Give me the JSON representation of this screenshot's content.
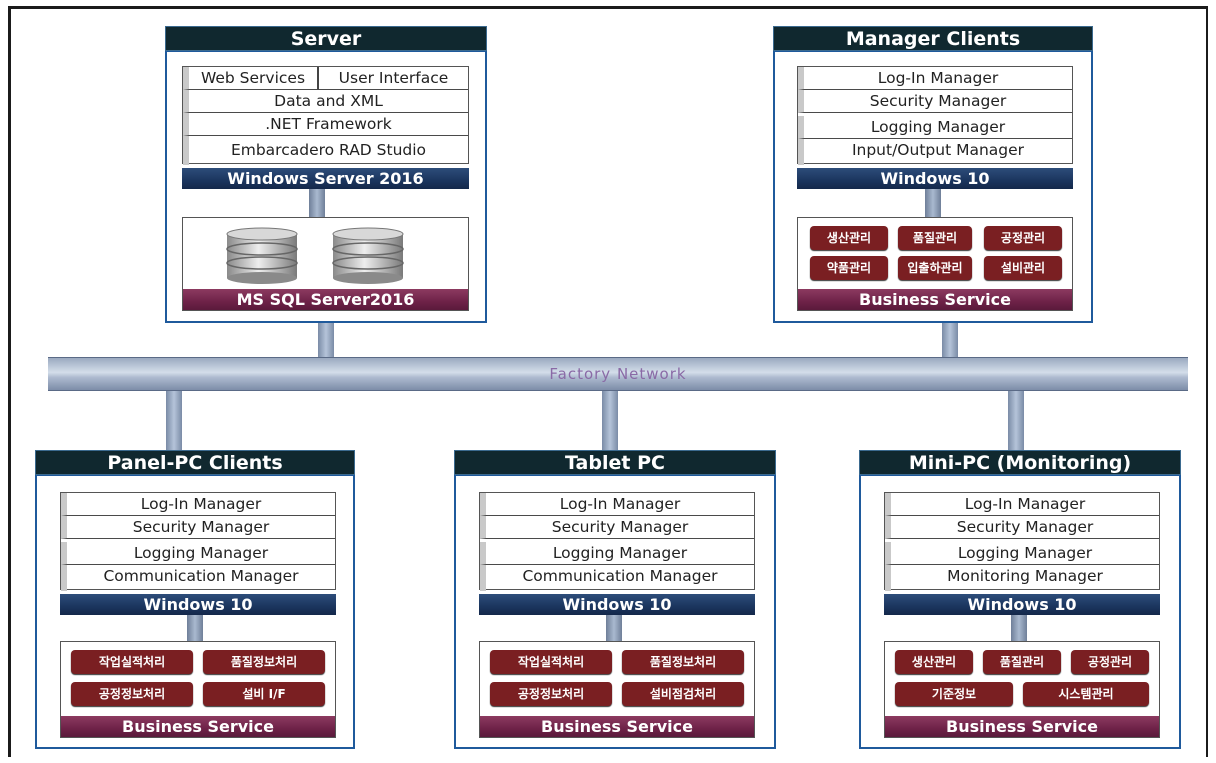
{
  "server": {
    "title": "Server",
    "layers": [
      "Data and XML",
      ".NET Framework",
      "Embarcadero RAD Studio"
    ],
    "top_left": "Web Services",
    "top_right": "User Interface",
    "os": "Windows Server 2016",
    "db_label": "MS SQL Server2016"
  },
  "manager": {
    "title": "Manager Clients",
    "layers": [
      "Log-In Manager",
      "Security Manager",
      "Logging Manager",
      "Input/Output Manager"
    ],
    "os": "Windows 10",
    "services": [
      "생산관리",
      "품질관리",
      "공정관리",
      "약품관리",
      "입출하관리",
      "설비관리"
    ],
    "business": "Business Service"
  },
  "network": {
    "label": "Factory Network"
  },
  "panel": {
    "title": "Panel-PC Clients",
    "layers": [
      "Log-In Manager",
      "Security Manager",
      "Logging Manager",
      "Communication Manager"
    ],
    "os": "Windows 10",
    "services": [
      "작업실적처리",
      "품질정보처리",
      "공정정보처리",
      "설비 I/F"
    ],
    "business": "Business Service"
  },
  "tablet": {
    "title": "Tablet PC",
    "layers": [
      "Log-In Manager",
      "Security Manager",
      "Logging Manager",
      "Communication Manager"
    ],
    "os": "Windows 10",
    "services": [
      "작업실적처리",
      "품질정보처리",
      "공정정보처리",
      "설비점검처리"
    ],
    "business": "Business Service"
  },
  "mini": {
    "title": "Mini-PC (Monitoring)",
    "layers": [
      "Log-In Manager",
      "Security Manager",
      "Logging Manager",
      "Monitoring Manager"
    ],
    "os": "Windows 10",
    "services": [
      "생산관리",
      "품질관리",
      "공정관리",
      "기준정보",
      "시스템관리"
    ],
    "business": "Business Service"
  }
}
